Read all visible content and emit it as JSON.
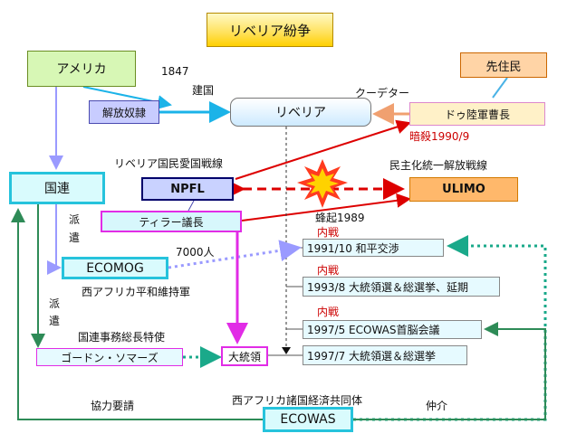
{
  "title": "リベリア紛争",
  "nodes": {
    "america": "アメリカ",
    "senjumin": "先住民",
    "kaiho_dorei": "解放奴隷",
    "liberia": "リベリア",
    "doe": "ドゥ陸軍曹長",
    "kokuren": "国連",
    "npfl": "NPFL",
    "ulimo": "ULIMO",
    "taylor": "ティラー議長",
    "ecomog": "ECOMOG",
    "gordon": "ゴードン・ソマーズ",
    "daitouryou": "大統領",
    "ecowas": "ECOWAS"
  },
  "labels": {
    "year_1847": "1847",
    "kenkoku": "建国",
    "coup": "クーデター",
    "assassination": "暗殺1990/9",
    "npfl_full": "リベリア国民愛国戦線",
    "ulimo_full": "民主化統一解放戦線",
    "uprising": "蜂起1989",
    "haken1_a": "派",
    "haken1_b": "遣",
    "haken2_a": "派",
    "haken2_b": "遣",
    "troops": "7000人",
    "ecomog_full": "西アフリカ平和維持軍",
    "un_envoy": "国連事務総長特使",
    "request": "協力要請",
    "ecowas_full": "西アフリカ諸国経済共同体",
    "mediation": "仲介",
    "civil_war_1": "内戦",
    "civil_war_2": "内戦",
    "civil_war_3": "内戦"
  },
  "timeline": [
    "1991/10 和平交渉",
    "1993/8 大統領選＆総選挙、延期",
    "1997/5 ECOWAS首脳会議",
    "1997/7 大統領選＆総選挙"
  ]
}
